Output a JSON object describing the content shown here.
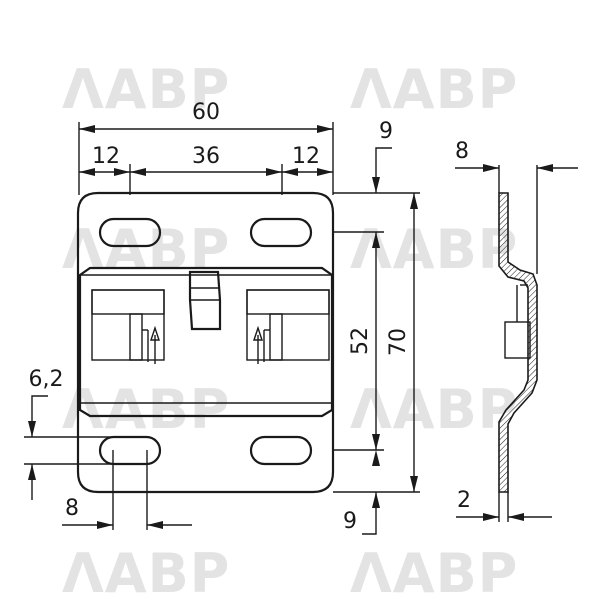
{
  "watermark": {
    "text": "ΛABP"
  },
  "front_view": {
    "dim_overall_width": "60",
    "dim_hole_spacing": "36",
    "dim_left_edge": "12",
    "dim_right_edge": "12",
    "dim_hole_diameter": "6,2",
    "dim_hole_width": "8"
  },
  "right_dims": {
    "dim_top_margin": "9",
    "dim_hole_pitch": "52",
    "dim_overall_height": "70",
    "dim_bottom_margin": "9"
  },
  "side_view": {
    "dim_depth": "8",
    "dim_thickness": "2"
  }
}
